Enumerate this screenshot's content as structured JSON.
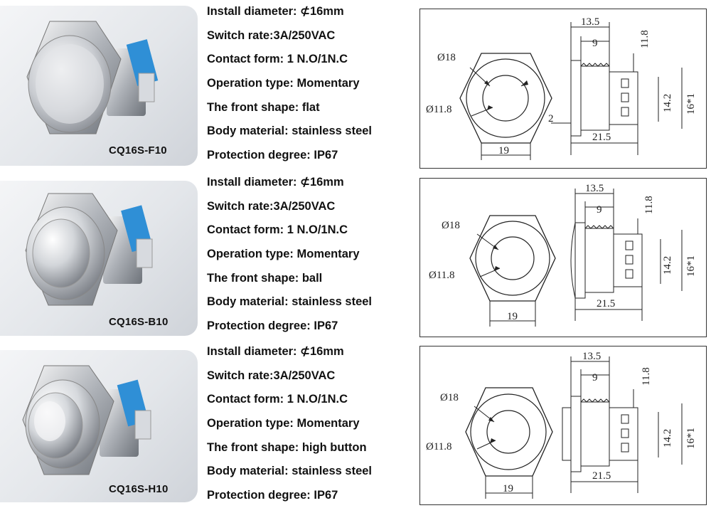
{
  "products": [
    {
      "model": "CQ16S-F10",
      "head_shape": "flat",
      "specs": [
        "Install diameter: ⊄16mm",
        "Switch rate:3A/250VAC",
        "Contact form: 1 N.O/1N.C",
        "Operation type: Momentary",
        "The front shape: flat",
        "Body material: stainless steel",
        "Protection degree: IP67"
      ],
      "drawing": {
        "outer_dia": "Ø18",
        "inner_dia": "Ø11.8",
        "hex": "19",
        "dim_a": "13.5",
        "dim_b": "9",
        "dim_c": "11.8",
        "dim_d": "14.2",
        "dim_e": "16*1",
        "length": "21.5",
        "thickness": "2"
      }
    },
    {
      "model": "CQ16S-B10",
      "head_shape": "ball",
      "specs": [
        "Install diameter: ⊄16mm",
        "Switch rate:3A/250VAC",
        "Contact form: 1 N.O/1N.C",
        "Operation type: Momentary",
        "The front shape: ball",
        "Body material: stainless steel",
        "Protection degree: IP67"
      ],
      "drawing": {
        "outer_dia": "Ø18",
        "inner_dia": "Ø11.8",
        "hex": "19",
        "dim_a": "13.5",
        "dim_b": "9",
        "dim_c": "11.8",
        "dim_d": "14.2",
        "dim_e": "16*1",
        "length": "21.5"
      }
    },
    {
      "model": "CQ16S-H10",
      "head_shape": "high button",
      "specs": [
        "Install diameter: ⊄16mm",
        "Switch rate:3A/250VAC",
        "Contact form: 1 N.O/1N.C",
        "Operation type: Momentary",
        "The front shape: high button",
        "Body material: stainless steel",
        "Protection degree: IP67"
      ],
      "drawing": {
        "outer_dia": "Ø18",
        "inner_dia": "Ø11.8",
        "hex": "19",
        "dim_a": "13.5",
        "dim_b": "9",
        "dim_c": "11.8",
        "dim_d": "14.2",
        "dim_e": "16*1",
        "length": "21.5"
      }
    }
  ],
  "colors": {
    "connector_blue": "#2f8fd6",
    "steel": "#c9ccd1"
  }
}
